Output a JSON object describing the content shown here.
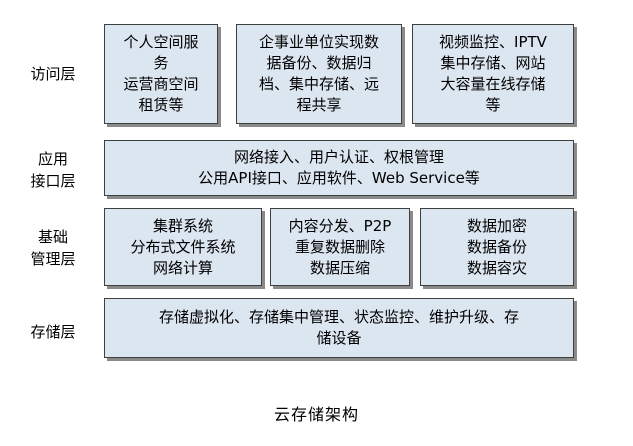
{
  "caption": "云存储架构",
  "layers": {
    "access": {
      "label": [
        "访问层"
      ],
      "boxes": [
        [
          "个人空间服",
          "务",
          "运营商空间",
          "租赁等"
        ],
        [
          "企事业单位实现数",
          "据备份、数据归",
          "档、集中存储、远",
          "程共享"
        ],
        [
          "视频监控、IPTV",
          "集中存储、网站",
          "大容量在线存储",
          "等"
        ]
      ]
    },
    "app_interface": {
      "label": [
        "应用",
        "接口层"
      ],
      "boxes": [
        [
          "网络接入、用户认证、权根管理",
          "公用API接口、应用软件、Web Service等"
        ]
      ]
    },
    "base_management": {
      "label": [
        "基础",
        "管理层"
      ],
      "boxes": [
        [
          "集群系统",
          "分布式文件系统",
          "网络计算"
        ],
        [
          "内容分发、P2P",
          "重复数据删除",
          "数据压缩"
        ],
        [
          "数据加密",
          "数据备份",
          "数据容灾"
        ]
      ]
    },
    "storage": {
      "label": [
        "存储层"
      ],
      "boxes": [
        [
          "存储虚拟化、存储集中管理、状态监控、维护升级、存",
          "储设备"
        ]
      ]
    }
  }
}
